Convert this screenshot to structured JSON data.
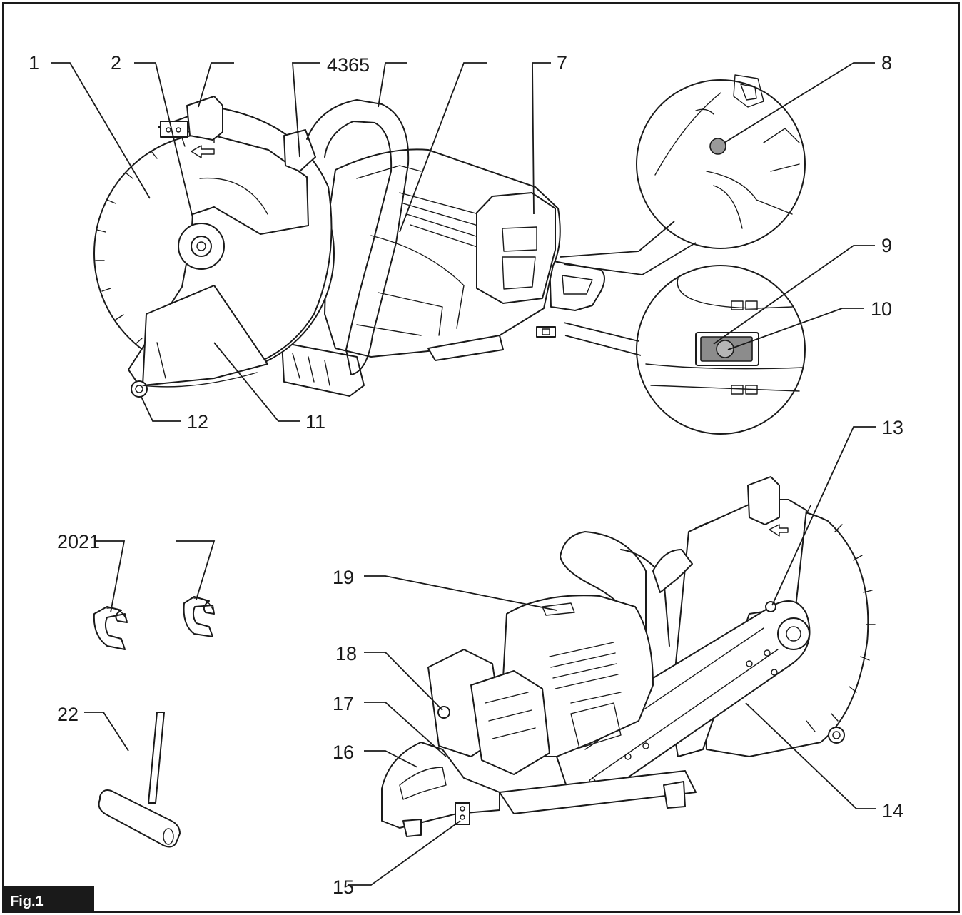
{
  "figure": {
    "label": "Fig.1",
    "callouts": {
      "c1": "1",
      "c2": "2",
      "c4365": "4365",
      "c7": "7",
      "c8": "8",
      "c9": "9",
      "c10": "10",
      "c11": "11",
      "c12": "12",
      "c13": "13",
      "c14": "14",
      "c15": "15",
      "c16": "16",
      "c17": "17",
      "c18": "18",
      "c19": "19",
      "c2021": "2021",
      "c22": "22"
    }
  },
  "colors": {
    "ink": "#1a1a1a",
    "paper": "#ffffff",
    "label_bg": "#1a1a1a"
  }
}
